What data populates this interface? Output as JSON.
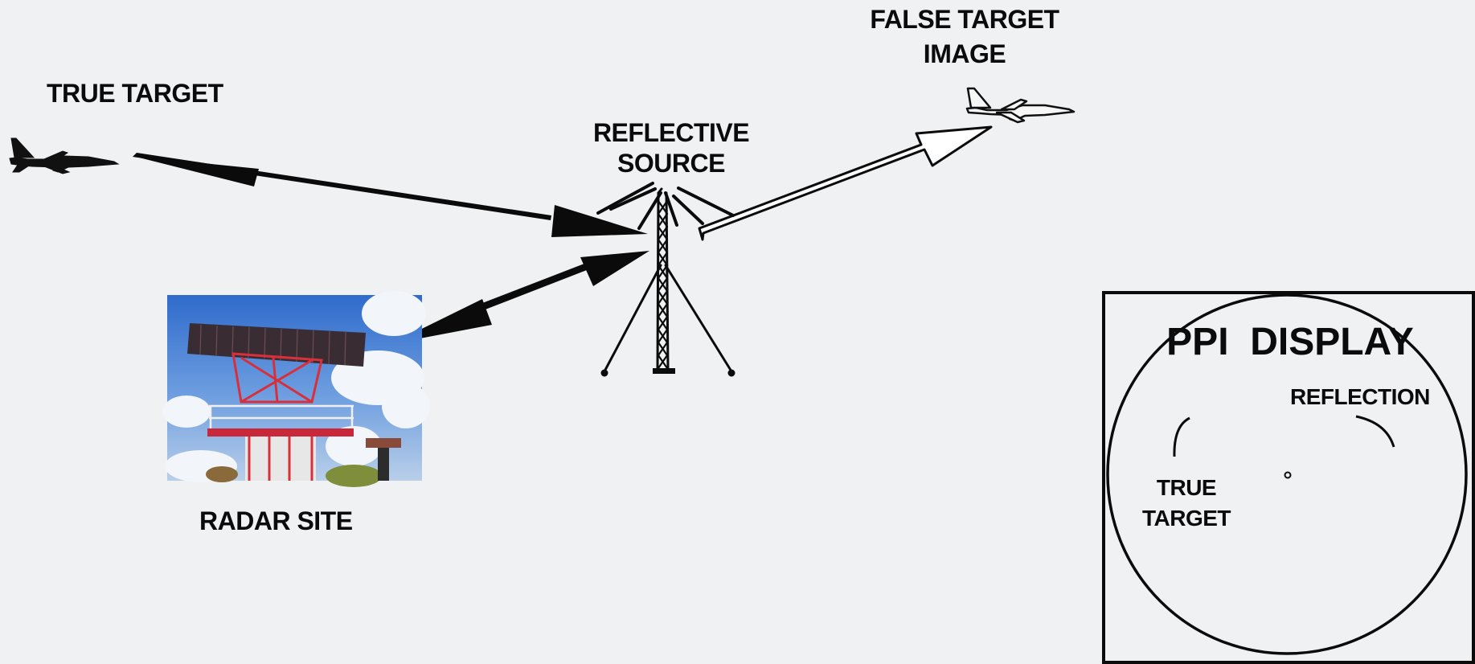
{
  "labels": {
    "true_target": "TRUE TARGET",
    "false_target_line1": "FALSE TARGET",
    "false_target_line2": "IMAGE",
    "reflective_line1": "REFLECTIVE",
    "reflective_line2": "SOURCE",
    "radar_site": "RADAR SITE",
    "ppi_title": "PPI  DISPLAY",
    "ppi_reflection": "REFLECTION",
    "ppi_true_line1": "TRUE",
    "ppi_true_line2": "TARGET"
  },
  "colors": {
    "background": "#eff1f3",
    "ink": "#0b0b0b",
    "radar_red": "#d8303a",
    "sky": "#4f86d6"
  }
}
